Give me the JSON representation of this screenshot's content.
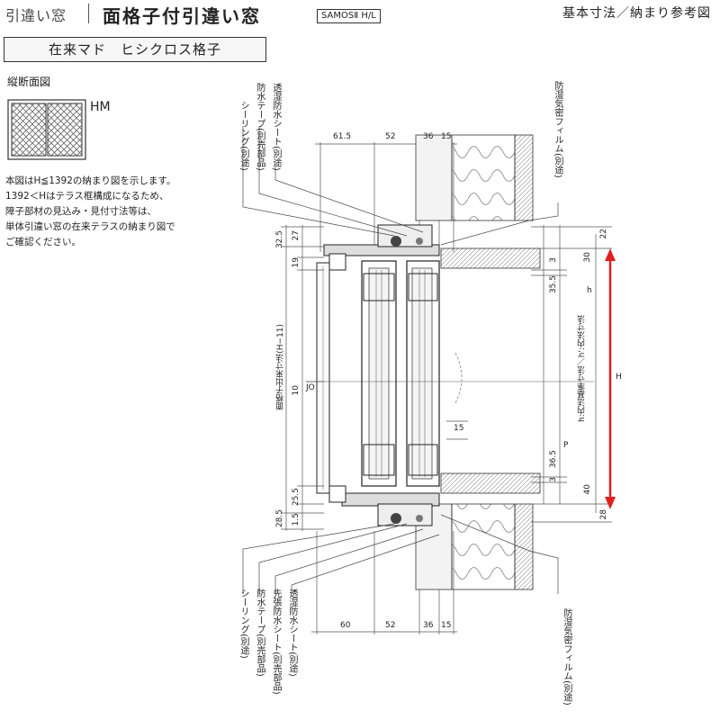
{
  "header": {
    "category": "引違い窓",
    "title": "面格子付引違い窓",
    "series_badge": "SAMOSⅡ H/L",
    "right_label": "基本寸法／納まり参考図"
  },
  "section_label": "在来マド　ヒシクロス格子",
  "subheading": "縦断面図",
  "model": "HM",
  "note": "本図はH≦1392の納まり図を示します。\n1392＜Hはテラス框構成になるため、\n障子部材の見込み・見付寸法等は、\n単体引違い窓の在来テラスの納まり図で\nご確認ください。",
  "labels": {
    "sealing_top": "シーリング(別途)",
    "waterproof_tape_top": "防水テープ(別売部品)",
    "breathable_sheet_top": "透湿防水シート(別途)",
    "vapor_film_top": "防湿気密フィルム(別途)",
    "sealing_bottom": "シーリング(別途)",
    "waterproof_tape_bottom": "防水テープ(別売部品)",
    "sill_sheet_bottom": "先張防水シート(別売部品)",
    "breathable_sheet_bottom": "透湿防水シート(別途)",
    "vapor_film_bottom": "防湿気密フィルム(別途)",
    "grille_dim": "面格子出来寸法(H−11)",
    "inner_ref_dim": "h:内法基準寸法／h':内法寸法",
    "H": "H",
    "h": "h",
    "P": "P",
    "JO": "JO"
  },
  "dims_top": [
    "61.5",
    "52",
    "36",
    "15"
  ],
  "dims_bottom": [
    "60",
    "52",
    "36",
    "15"
  ],
  "dims_left": [
    "32.5",
    "27",
    "19",
    "28.5",
    "25.5",
    "1.5",
    "10"
  ],
  "dims_right": [
    "22",
    "30",
    "3",
    "35.5",
    "36.5",
    "3",
    "40",
    "28",
    "15"
  ],
  "colors": {
    "arrow": "#e02020",
    "line": "#222222",
    "dim_line": "#555555"
  }
}
